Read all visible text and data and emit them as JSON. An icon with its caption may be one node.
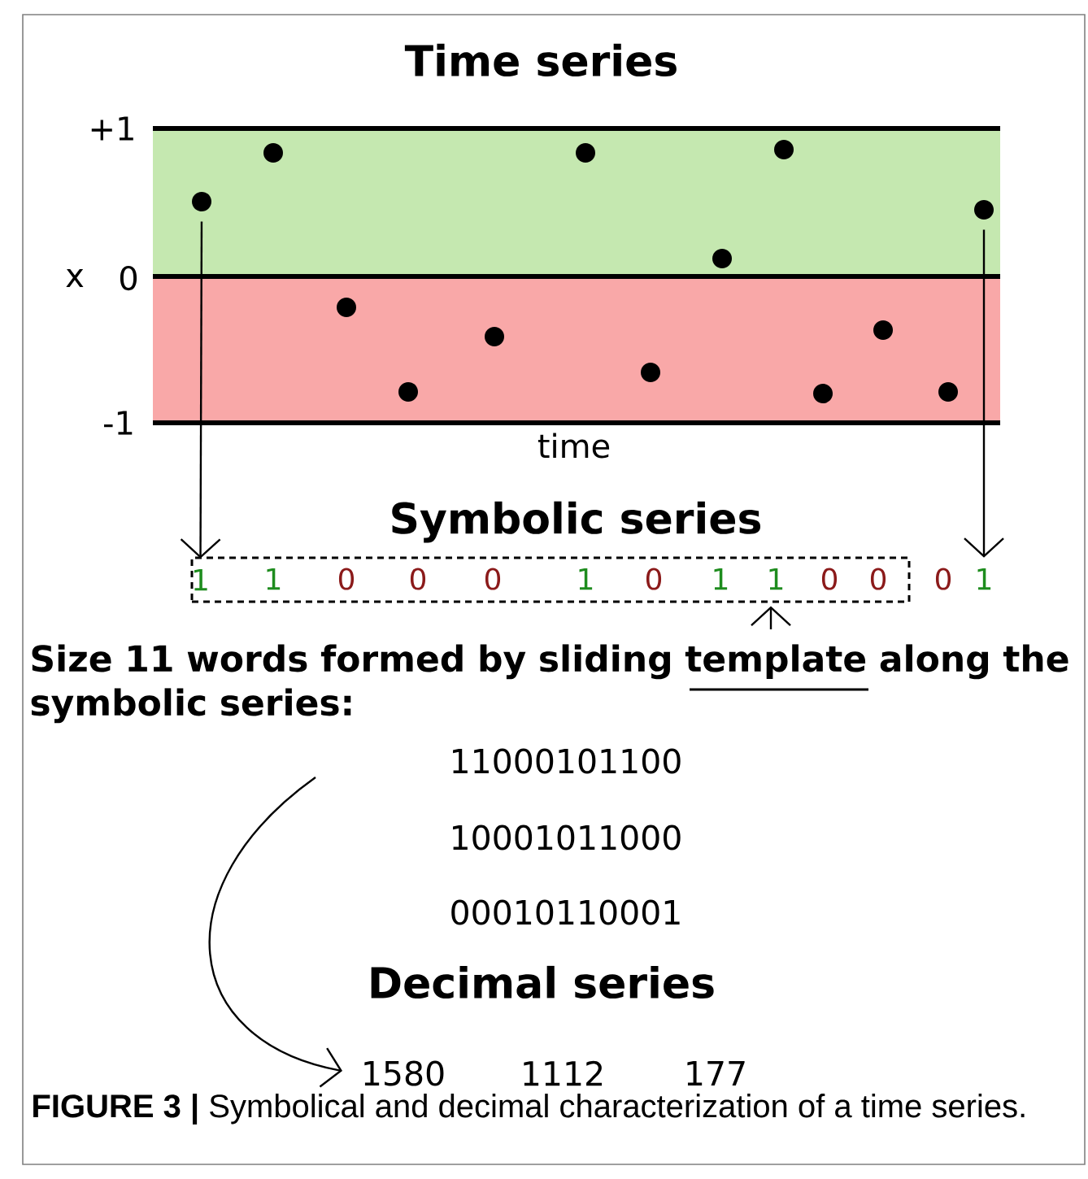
{
  "diagram": {
    "title": "Time series",
    "caption": "**FIGURE 3 |** Symbolical and decimal characterization of a time series.",
    "nodes": [
      {
        "text": [],
        "shape": "circle"
      },
      {
        "text": [],
        "shape": "circle"
      },
      {
        "text": [],
        "shape": "box"
      },
      {
        "text": [
          "1"
        ],
        "in": 2
      },
      {
        "text": [
          "1"
        ]
      },
      {
        "text": [
          "Size 11 words formed by sliding template along the symbolic series:"
        ]
      },
      {
        "text": [
          "1580"
        ]
      }
    ],
    "edges": [
      {
        "from": 0,
        "to": 3,
        "arrow": "to"
      },
      {
        "from": 1,
        "to": 4,
        "arrow": "to"
      },
      {
        "from": 5,
        "to": 2,
        "arrow": "to"
      },
      {
        "from": null,
        "to": 6,
        "arrow": "to"
      }
    ],
    "labels": [
      "+1",
      "x",
      "0",
      "-1",
      "time",
      "Symbolic series",
      "1",
      "0",
      "0",
      "0",
      "1",
      "0",
      "1",
      "1",
      "0",
      "0",
      "0",
      "11000101100",
      "10001011000",
      "00010110001",
      "Decimal series",
      "1112",
      "177"
    ]
  }
}
